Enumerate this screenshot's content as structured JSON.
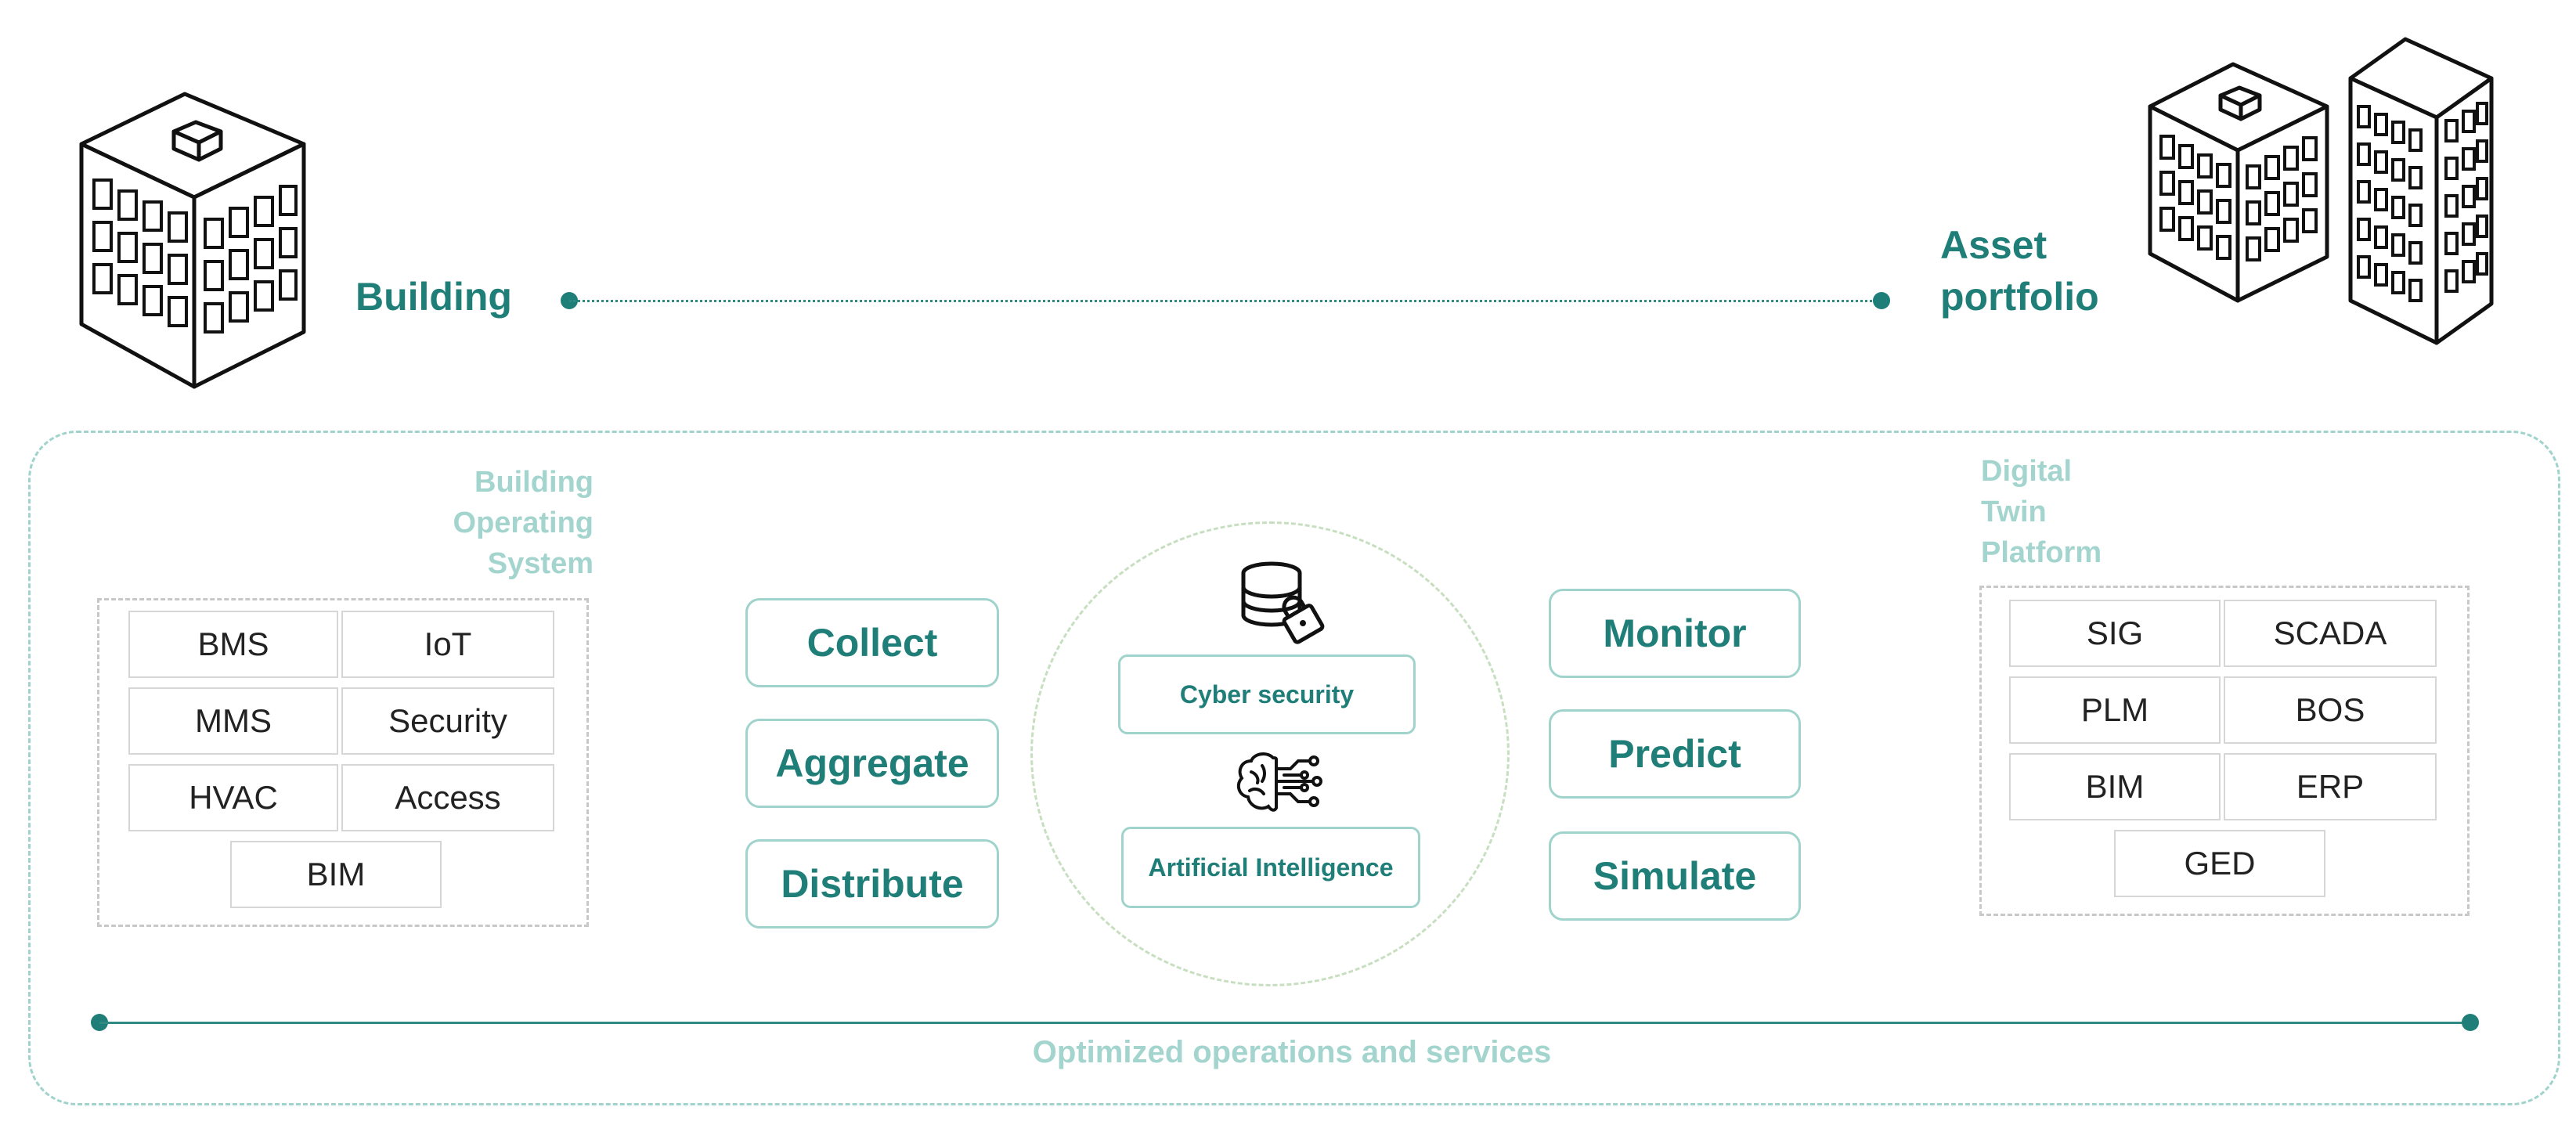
{
  "top": {
    "building_label": "Building",
    "portfolio_label_line1": "Asset",
    "portfolio_label_line2": "portfolio"
  },
  "bos": {
    "title_lines": [
      "Building",
      "Operating",
      "System"
    ],
    "cells": [
      "BMS",
      "IoT",
      "MMS",
      "Security",
      "HVAC",
      "Access",
      "BIM"
    ]
  },
  "actions_left": [
    "Collect",
    "Aggregate",
    "Distribute"
  ],
  "center": {
    "cyber_security": "Cyber security",
    "ai": "Artificial Intelligence"
  },
  "actions_right": [
    "Monitor",
    "Predict",
    "Simulate"
  ],
  "dtp": {
    "title_lines": [
      "Digital",
      "Twin",
      "Platform"
    ],
    "cells": [
      "SIG",
      "SCADA",
      "PLM",
      "BOS",
      "BIM",
      "ERP",
      "GED"
    ]
  },
  "bottom": {
    "label": "Optimized operations and services"
  },
  "colors": {
    "teal": "#1f7f78",
    "light_teal": "#a3d4cd",
    "dash_grey": "#c8c8c8"
  }
}
